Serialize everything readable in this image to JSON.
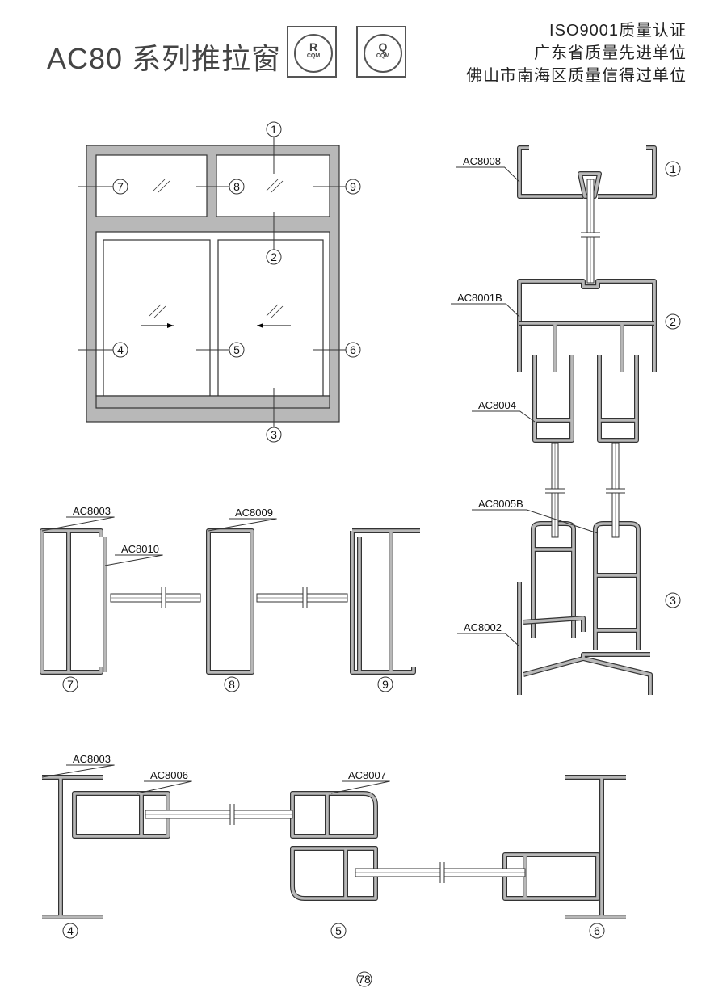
{
  "header": {
    "title": "AC80 系列推拉窗",
    "badges": [
      {
        "glyph": "R",
        "text": "CQM"
      },
      {
        "glyph": "Q",
        "text": "CQM"
      }
    ],
    "certifications": [
      "ISO9001质量认证",
      "广东省质量先进单位",
      "佛山市南海区质量信得过单位"
    ]
  },
  "elevation": {
    "callouts": [
      "1",
      "2",
      "3",
      "4",
      "5",
      "6",
      "7",
      "8",
      "9"
    ]
  },
  "section_vertical": {
    "labels": [
      "AC8008",
      "AC8001B",
      "AC8004",
      "AC8005B",
      "AC8002"
    ],
    "callouts": [
      "1",
      "2",
      "3"
    ]
  },
  "section_fixed": {
    "labels": [
      "AC8003",
      "AC8010",
      "AC8009"
    ],
    "callouts": [
      "7",
      "8",
      "9"
    ]
  },
  "section_sliding": {
    "labels": [
      "AC8003",
      "AC8006",
      "AC8007"
    ],
    "callouts": [
      "4",
      "5",
      "6"
    ]
  },
  "page_number": "78",
  "colors": {
    "profile": "#b8b8b8",
    "outline": "#333333"
  }
}
